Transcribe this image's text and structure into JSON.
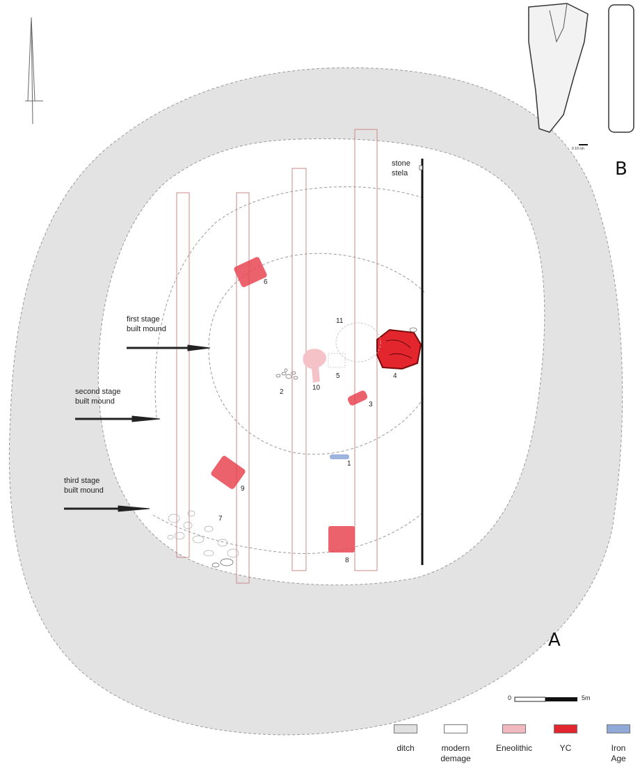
{
  "labels": {
    "stone_stela": "stone\nstela",
    "first_stage": "first stage\nbuilt mound",
    "second_stage": "second stage\nbuilt mound",
    "third_stage": "third stage\nbuilt mound",
    "panel_a": "A",
    "panel_b": "B"
  },
  "feature_numbers": [
    "1",
    "2",
    "3",
    "4",
    "5",
    "6",
    "7",
    "8",
    "9",
    "10",
    "11"
  ],
  "scale": {
    "start": "0",
    "end": "5m",
    "inset_text": "0 10 cm"
  },
  "legend": [
    {
      "label": "ditch",
      "color": "#e0e0e0"
    },
    {
      "label": "modern\ndemage",
      "color": "#ffffff"
    },
    {
      "label": "Eneolithic",
      "color": "#f2b8bf"
    },
    {
      "label": "YC",
      "color": "#e3262d"
    },
    {
      "label": "Iron\nAge",
      "color": "#8fa8d8"
    }
  ],
  "colors": {
    "ditch": "#e3e3e3",
    "yc_feature": "#e84552",
    "eneolithic": "#f4c2c7",
    "iron_age": "#9fb3df"
  }
}
